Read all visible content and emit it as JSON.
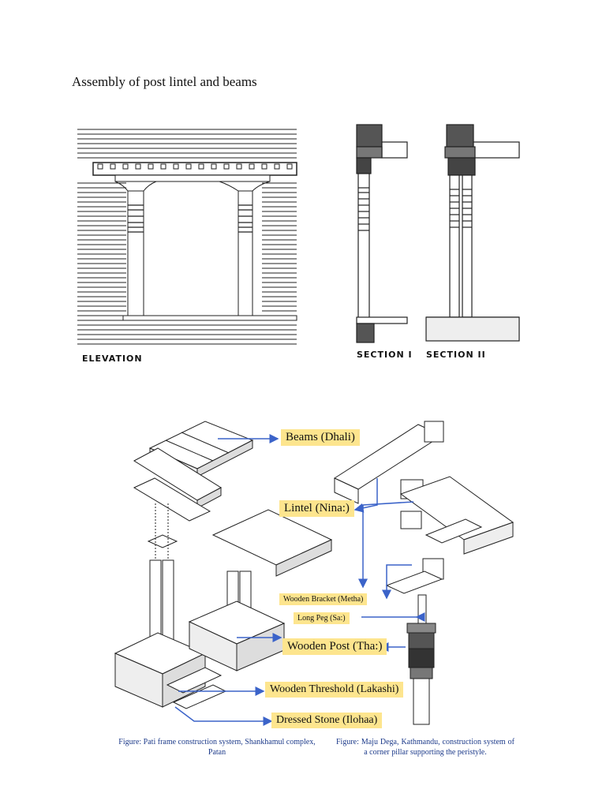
{
  "page": {
    "title": "Assembly of post lintel and beams"
  },
  "top_drawings": {
    "elevation_label": "ELEVATION",
    "section1_label": "SECTION I",
    "section2_label": "SECTION II"
  },
  "callouts": [
    {
      "id": "beams",
      "text": "Beams (Dhali)"
    },
    {
      "id": "lintel",
      "text": "Lintel (Nina:)"
    },
    {
      "id": "bracket",
      "text": "Wooden Bracket (Metha)"
    },
    {
      "id": "peg",
      "text": "Long Peg (Sa:)"
    },
    {
      "id": "post",
      "text": "Wooden Post (Tha:)"
    },
    {
      "id": "threshold",
      "text": "Wooden Threshold (Lakashi)"
    },
    {
      "id": "stone",
      "text": "Dressed Stone (Ilohaa)"
    }
  ],
  "captions": {
    "left": "Figure: Pati frame construction system, Shankhamul complex, Patan",
    "right": "Figure: Maju Dega, Kathmandu, construction system of a corner pillar supporting the peristyle."
  },
  "colors": {
    "tag_background": "#fde58e",
    "arrow": "#3b63c9",
    "caption": "#1c3a8a"
  }
}
